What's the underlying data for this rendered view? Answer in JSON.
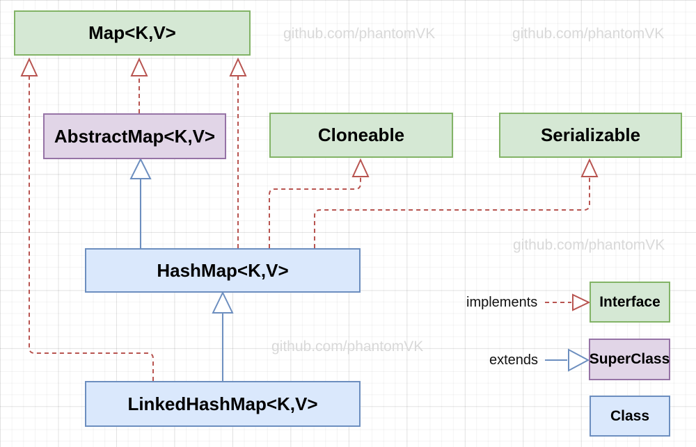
{
  "diagram": {
    "watermark": "github.com/phantomVK",
    "nodes": [
      {
        "id": "map",
        "label": "Map<K,V>",
        "type": "interface"
      },
      {
        "id": "abstractmap",
        "label": "AbstractMap<K,V>",
        "type": "superclass"
      },
      {
        "id": "cloneable",
        "label": "Cloneable",
        "type": "interface"
      },
      {
        "id": "serializable",
        "label": "Serializable",
        "type": "interface"
      },
      {
        "id": "hashmap",
        "label": "HashMap<K,V>",
        "type": "class"
      },
      {
        "id": "linkedhashmap",
        "label": "LinkedHashMap<K,V>",
        "type": "class"
      }
    ],
    "edges": [
      {
        "from": "AbstractMap<K,V>",
        "to": "Map<K,V>",
        "type": "implements"
      },
      {
        "from": "HashMap<K,V>",
        "to": "Map<K,V>",
        "type": "implements"
      },
      {
        "from": "LinkedHashMap<K,V>",
        "to": "Map<K,V>",
        "type": "implements"
      },
      {
        "from": "HashMap<K,V>",
        "to": "Cloneable",
        "type": "implements"
      },
      {
        "from": "HashMap<K,V>",
        "to": "Serializable",
        "type": "implements"
      },
      {
        "from": "HashMap<K,V>",
        "to": "AbstractMap<K,V>",
        "type": "extends"
      },
      {
        "from": "LinkedHashMap<K,V>",
        "to": "HashMap<K,V>",
        "type": "extends"
      }
    ],
    "legend": {
      "implements_label": "implements",
      "extends_label": "extends",
      "interface_label": "Interface",
      "superclass_label": "SuperClass",
      "class_label": "Class"
    },
    "colors": {
      "interface_fill": "#d5e8d4",
      "interface_stroke": "#82b366",
      "superclass_fill": "#e1d5e7",
      "superclass_stroke": "#9673a6",
      "class_fill": "#dae8fc",
      "class_stroke": "#6c8ebf",
      "implements_arrow": "#b85450",
      "extends_arrow": "#6c8ebf",
      "watermark_color": "#d9d9d9"
    }
  }
}
